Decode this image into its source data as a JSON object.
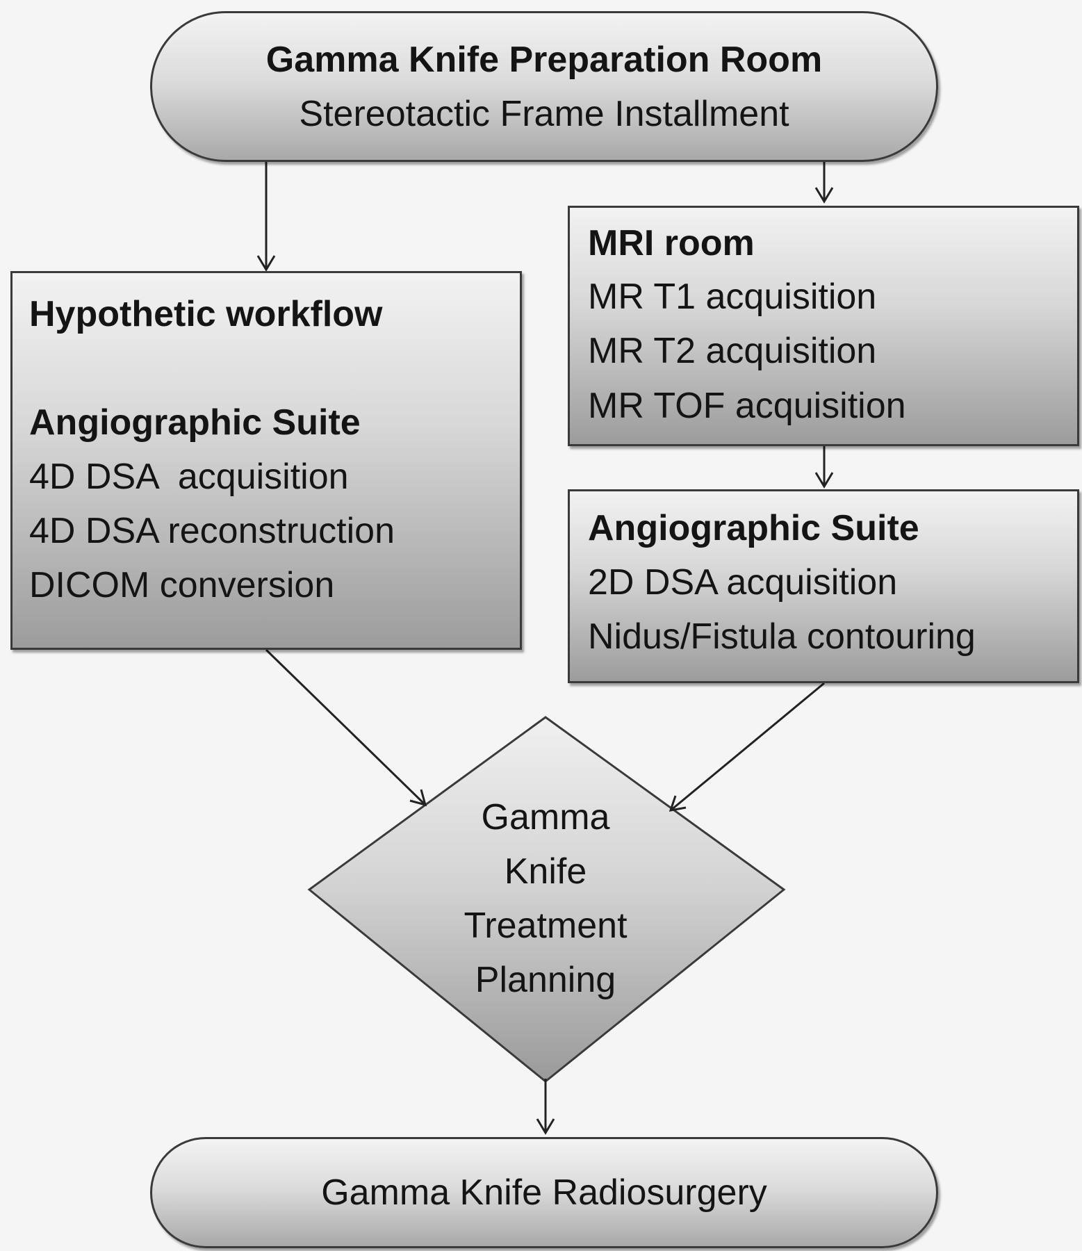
{
  "preparation": {
    "title": "Gamma Knife Preparation Room",
    "subtitle": "Stereotactic Frame Installment"
  },
  "hypothetic": {
    "heading": "Hypothetic workflow",
    "suite_title": "Angiographic Suite",
    "steps": [
      "4D DSA  acquisition",
      "4D DSA reconstruction",
      "DICOM conversion"
    ]
  },
  "mri": {
    "title": "MRI room",
    "steps": [
      "MR T1 acquisition",
      "MR T2 acquisition",
      "MR TOF acquisition"
    ]
  },
  "angio": {
    "title": "Angiographic Suite",
    "steps": [
      "2D DSA acquisition",
      "Nidus/Fistula contouring"
    ]
  },
  "planning": {
    "lines": [
      "Gamma",
      "Knife",
      "Treatment",
      "Planning"
    ]
  },
  "radiosurgery": {
    "title": "Gamma Knife Radiosurgery"
  }
}
